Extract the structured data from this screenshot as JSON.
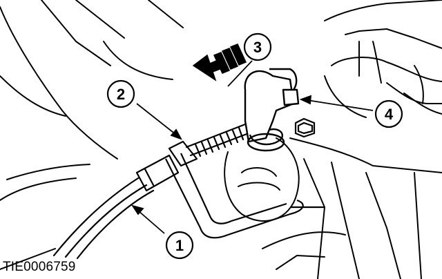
{
  "figure": {
    "callouts": [
      {
        "label": "1"
      },
      {
        "label": "2"
      },
      {
        "label": "3"
      },
      {
        "label": "4"
      }
    ],
    "figure_id": "TIE0006759"
  },
  "colors": {
    "line": "#000000",
    "background": "#ffffff"
  }
}
